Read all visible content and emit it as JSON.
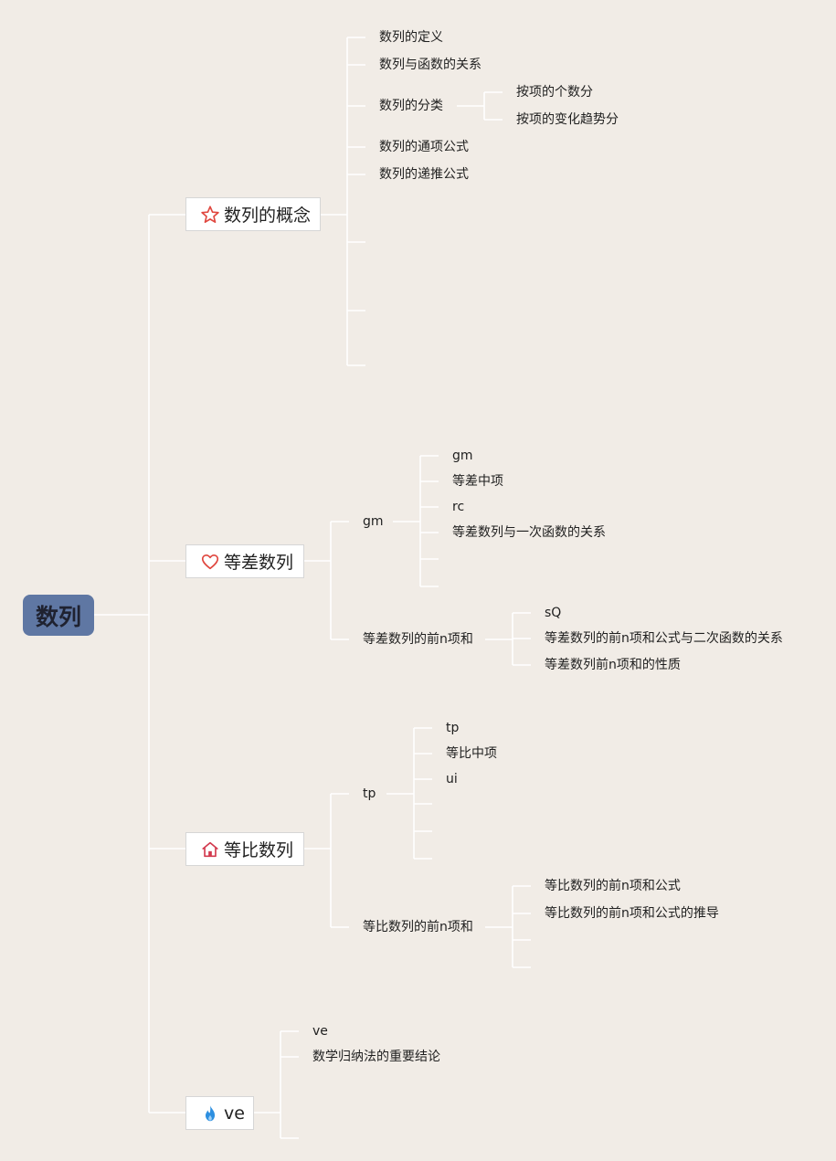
{
  "root": {
    "label": "数列"
  },
  "branches": [
    {
      "label": "数列的概念",
      "icon": "star-icon",
      "color": "#e0473f",
      "children": [
        "数列的定义",
        "数列与函数的关系",
        "数列的分类",
        "数列的通项公式",
        "数列的递推公式"
      ],
      "classification_children": [
        "按项的个数分",
        "按项的变化趋势分"
      ]
    },
    {
      "label": "等差数列",
      "icon": "heart-icon",
      "color": "#e0473f",
      "sub1": {
        "label": "gm",
        "children": [
          "gm",
          "等差中项",
          "rc",
          "等差数列与一次函数的关系"
        ]
      },
      "sub2": {
        "label": "等差数列的前n项和",
        "children": [
          "sQ",
          "等差数列的前n项和公式与二次函数的关系",
          "等差数列前n项和的性质"
        ]
      }
    },
    {
      "label": "等比数列",
      "icon": "home-icon",
      "color": "#d23a4e",
      "sub1": {
        "label": "tp",
        "children": [
          "tp",
          "等比中项",
          "ui"
        ]
      },
      "sub2": {
        "label": "等比数列的前n项和",
        "children": [
          "等比数列的前n项和公式",
          "等比数列的前n项和公式的推导"
        ]
      }
    },
    {
      "label": "ve",
      "icon": "flame-icon",
      "color": "#2d8fe0",
      "children": [
        "ve",
        "数学归纳法的重要结论"
      ]
    }
  ],
  "style": {
    "background": "#f1ece6",
    "root_color": "#5f77a3",
    "line_color": "#ffffff"
  }
}
